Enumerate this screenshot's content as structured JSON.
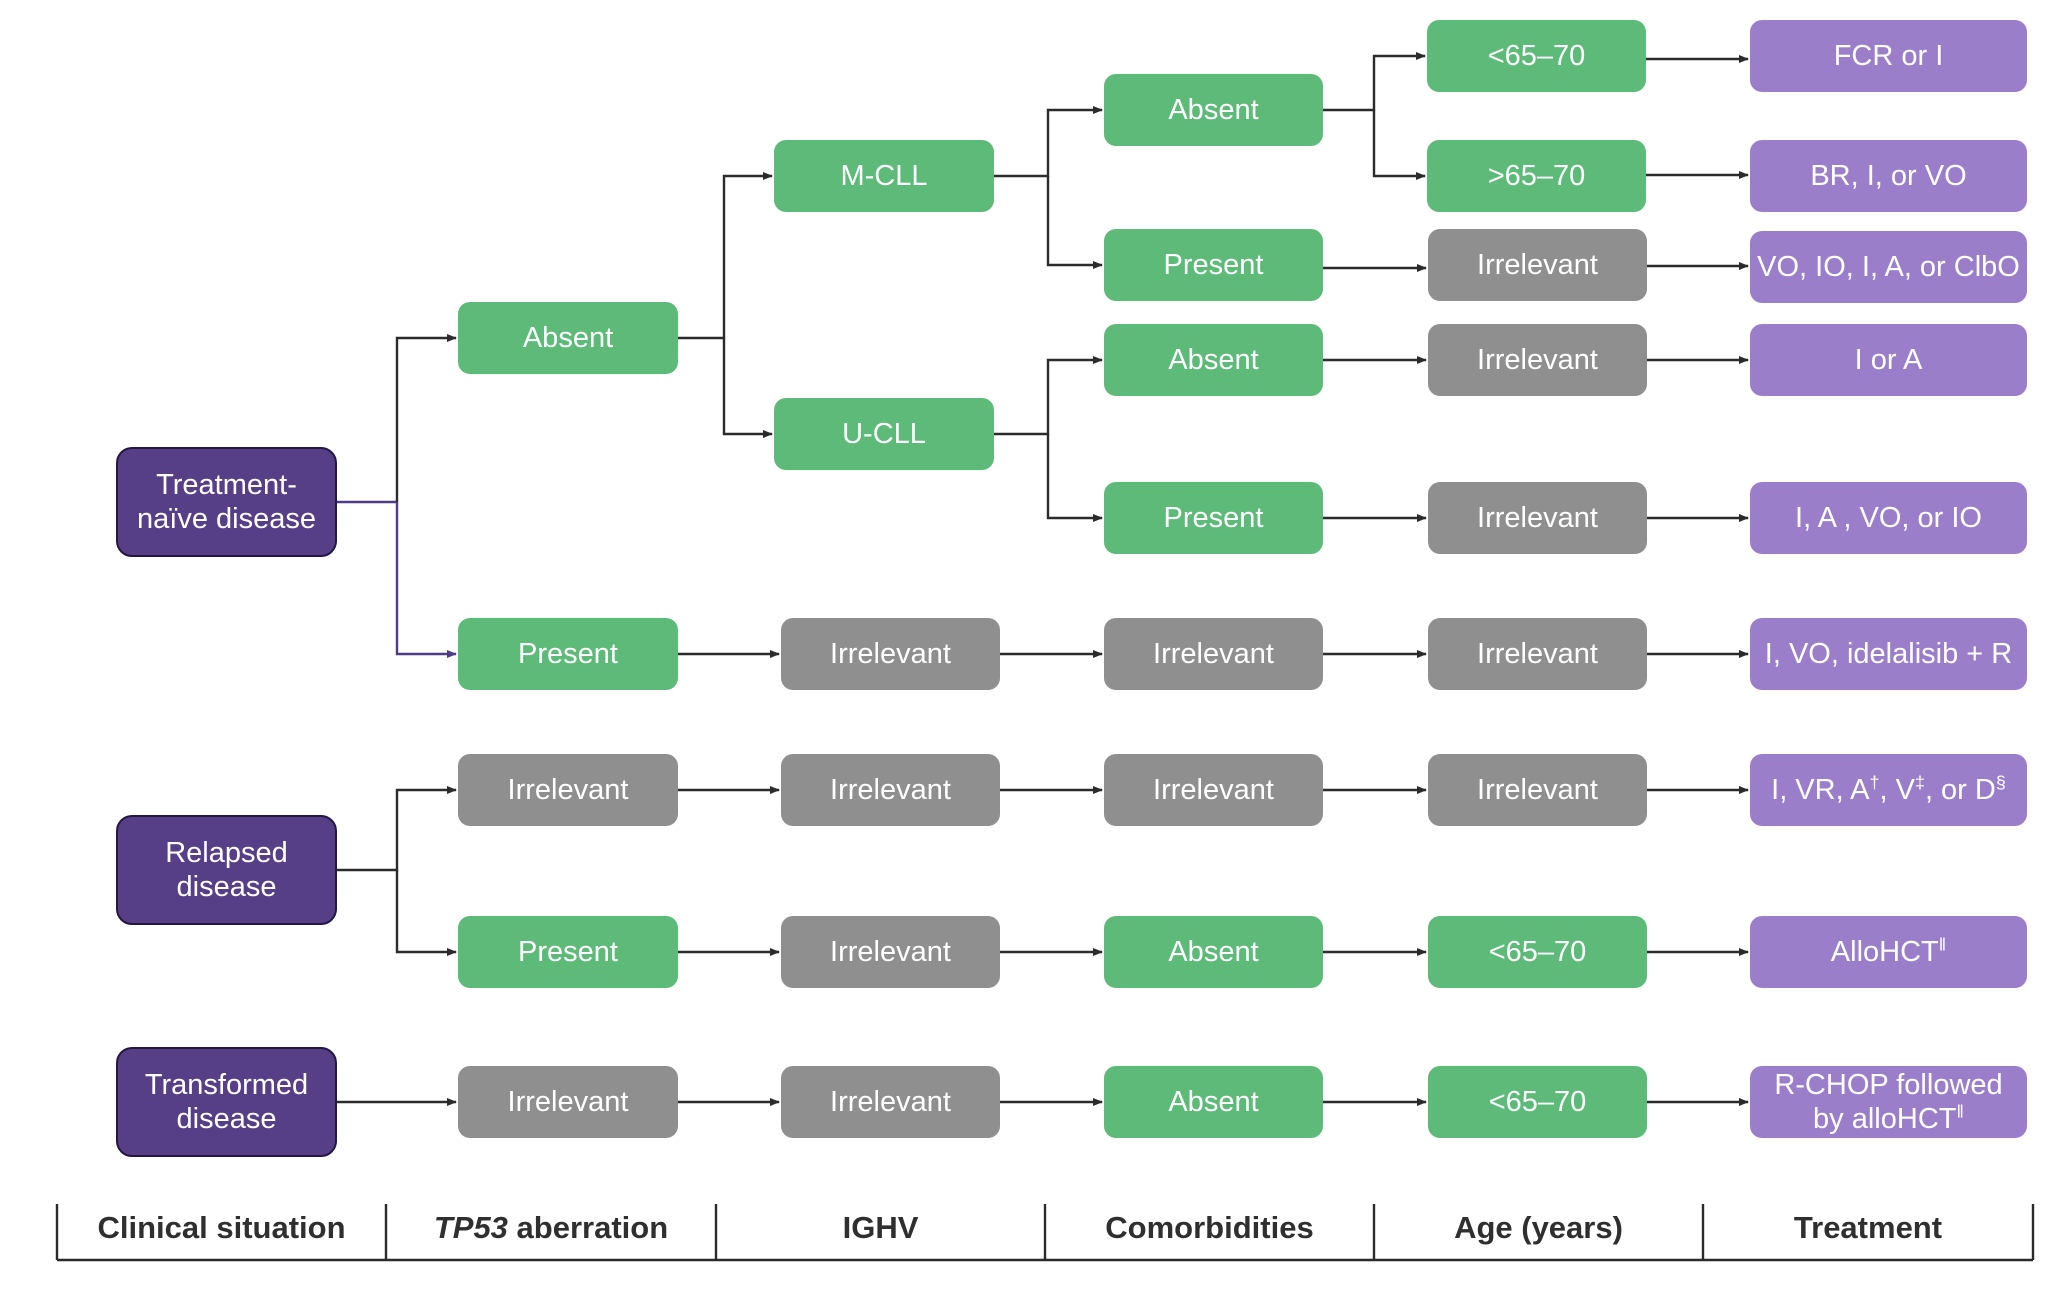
{
  "nodes": {
    "treatment_naive": "Treatment-\nnaïve disease",
    "relapsed": "Relapsed\ndisease",
    "transformed": "Transformed\ndisease",
    "tp53_absent": "Absent",
    "tp53_present": "Present",
    "tp53_irrelevant_relapsed": "Irrelevant",
    "tp53_present_relapsed": "Present",
    "tp53_irrelevant_transformed": "Irrelevant",
    "ighv_mcll": "M-CLL",
    "ighv_ucll": "U-CLL",
    "ighv_irrelevant_1": "Irrelevant",
    "ighv_irrelevant_2": "Irrelevant",
    "ighv_irrelevant_3": "Irrelevant",
    "ighv_irrelevant_4": "Irrelevant",
    "como_absent_m": "Absent",
    "como_present_m": "Present",
    "como_absent_u": "Absent",
    "como_present_u": "Present",
    "como_irrelevant_1": "Irrelevant",
    "como_irrelevant_2": "Irrelevant",
    "como_absent_relapsed": "Absent",
    "como_absent_transformed": "Absent",
    "age_lt_m": "<65–70",
    "age_gt_m": ">65–70",
    "age_irrelevant_1": "Irrelevant",
    "age_irrelevant_2": "Irrelevant",
    "age_irrelevant_3": "Irrelevant",
    "age_irrelevant_4": "Irrelevant",
    "age_irrelevant_5": "Irrelevant",
    "age_lt_relapsed": "<65–70",
    "age_lt_transformed": "<65–70",
    "tx_1": "FCR or I",
    "tx_2": "BR, I, or VO",
    "tx_3": "VO, IO, I, A, or ClbO",
    "tx_4": "I or A",
    "tx_5": "I, A , VO, or IO",
    "tx_6": "I, VO, idelalisib + R",
    "tx_7": {
      "p1": "I, VR, A",
      "s1": "†",
      "p2": ", V",
      "s2": "‡",
      "p3": ", or D",
      "s3": "§"
    },
    "tx_8": {
      "p1": "AlloHCT",
      "s1": "‖"
    },
    "tx_9": {
      "p1": "R-CHOP followed\nby alloHCT",
      "s1": "‖"
    }
  },
  "footer": {
    "col1": "Clinical situation",
    "col2_gene": "TP53",
    "col2_rest": " aberration",
    "col3": "IGHV",
    "col4": "Comorbidities",
    "col5": "Age (years)",
    "col6": "Treatment"
  }
}
